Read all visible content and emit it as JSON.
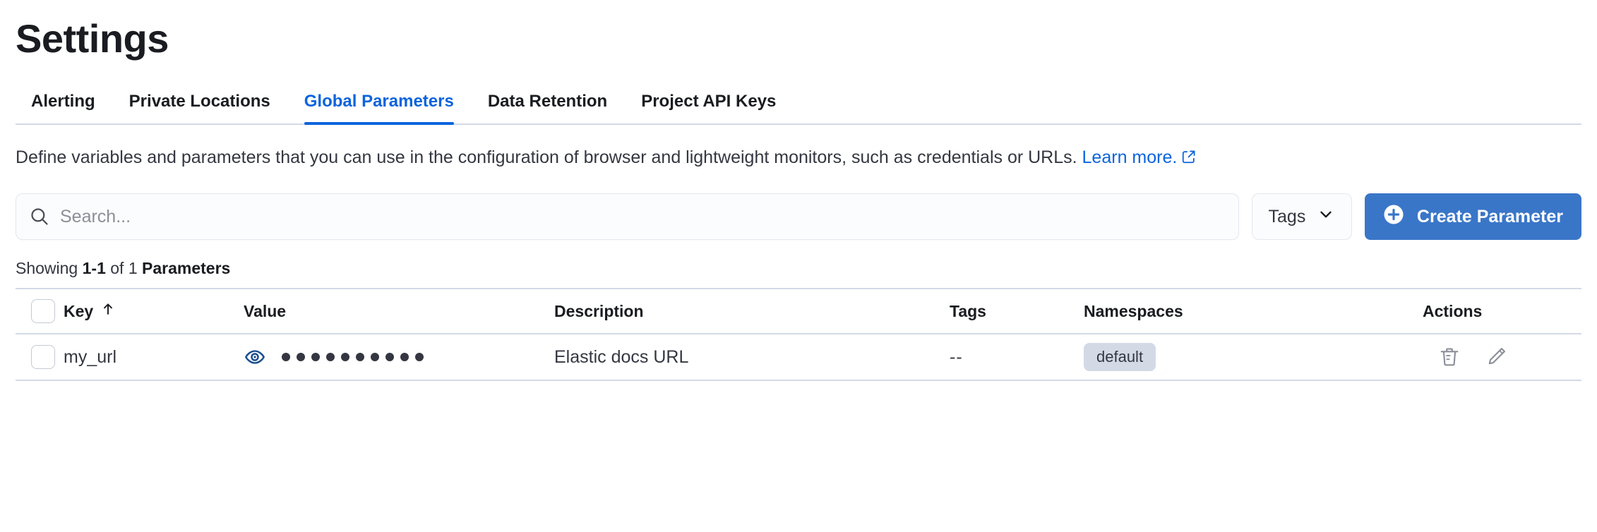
{
  "page": {
    "title": "Settings"
  },
  "tabs": [
    {
      "label": "Alerting",
      "active": false
    },
    {
      "label": "Private Locations",
      "active": false
    },
    {
      "label": "Global Parameters",
      "active": true
    },
    {
      "label": "Data Retention",
      "active": false
    },
    {
      "label": "Project API Keys",
      "active": false
    }
  ],
  "description": {
    "text": "Define variables and parameters that you can use in the configuration of browser and lightweight monitors, such as credentials or URLs.",
    "link_label": "Learn more.",
    "link_icon": "external-link-icon"
  },
  "controls": {
    "search": {
      "placeholder": "Search...",
      "value": "",
      "icon": "search-icon"
    },
    "tags_filter": {
      "label": "Tags",
      "icon": "chevron-down-icon"
    },
    "create_button": {
      "label": "Create Parameter",
      "icon": "plus-circle-icon"
    }
  },
  "results": {
    "prefix": "Showing ",
    "range": "1-1",
    "middle": " of 1 ",
    "entity": "Parameters"
  },
  "table": {
    "columns": [
      {
        "label": "",
        "name": "select-all"
      },
      {
        "label": "Key",
        "name": "key",
        "sort_icon": "arrow-up-icon"
      },
      {
        "label": "Value",
        "name": "value"
      },
      {
        "label": "Description",
        "name": "description"
      },
      {
        "label": "Tags",
        "name": "tags"
      },
      {
        "label": "Namespaces",
        "name": "namespaces"
      },
      {
        "label": "Actions",
        "name": "actions"
      }
    ],
    "rows": [
      {
        "key": "my_url",
        "value_masked": "••••••••••",
        "value_dot_count": 10,
        "value_toggle_icon": "eye-icon",
        "description": "Elastic docs URL",
        "tags": "--",
        "namespaces": [
          "default"
        ],
        "actions": [
          "trash-icon",
          "pencil-icon"
        ]
      }
    ]
  },
  "colors": {
    "accent": "#0b64dd",
    "button_primary": "#3a76c8",
    "border": "#d3dae6",
    "text": "#343741",
    "badge_bg": "#d3dae6",
    "eye_icon": "#1b4e8f",
    "action_icon": "#8b8f98"
  }
}
